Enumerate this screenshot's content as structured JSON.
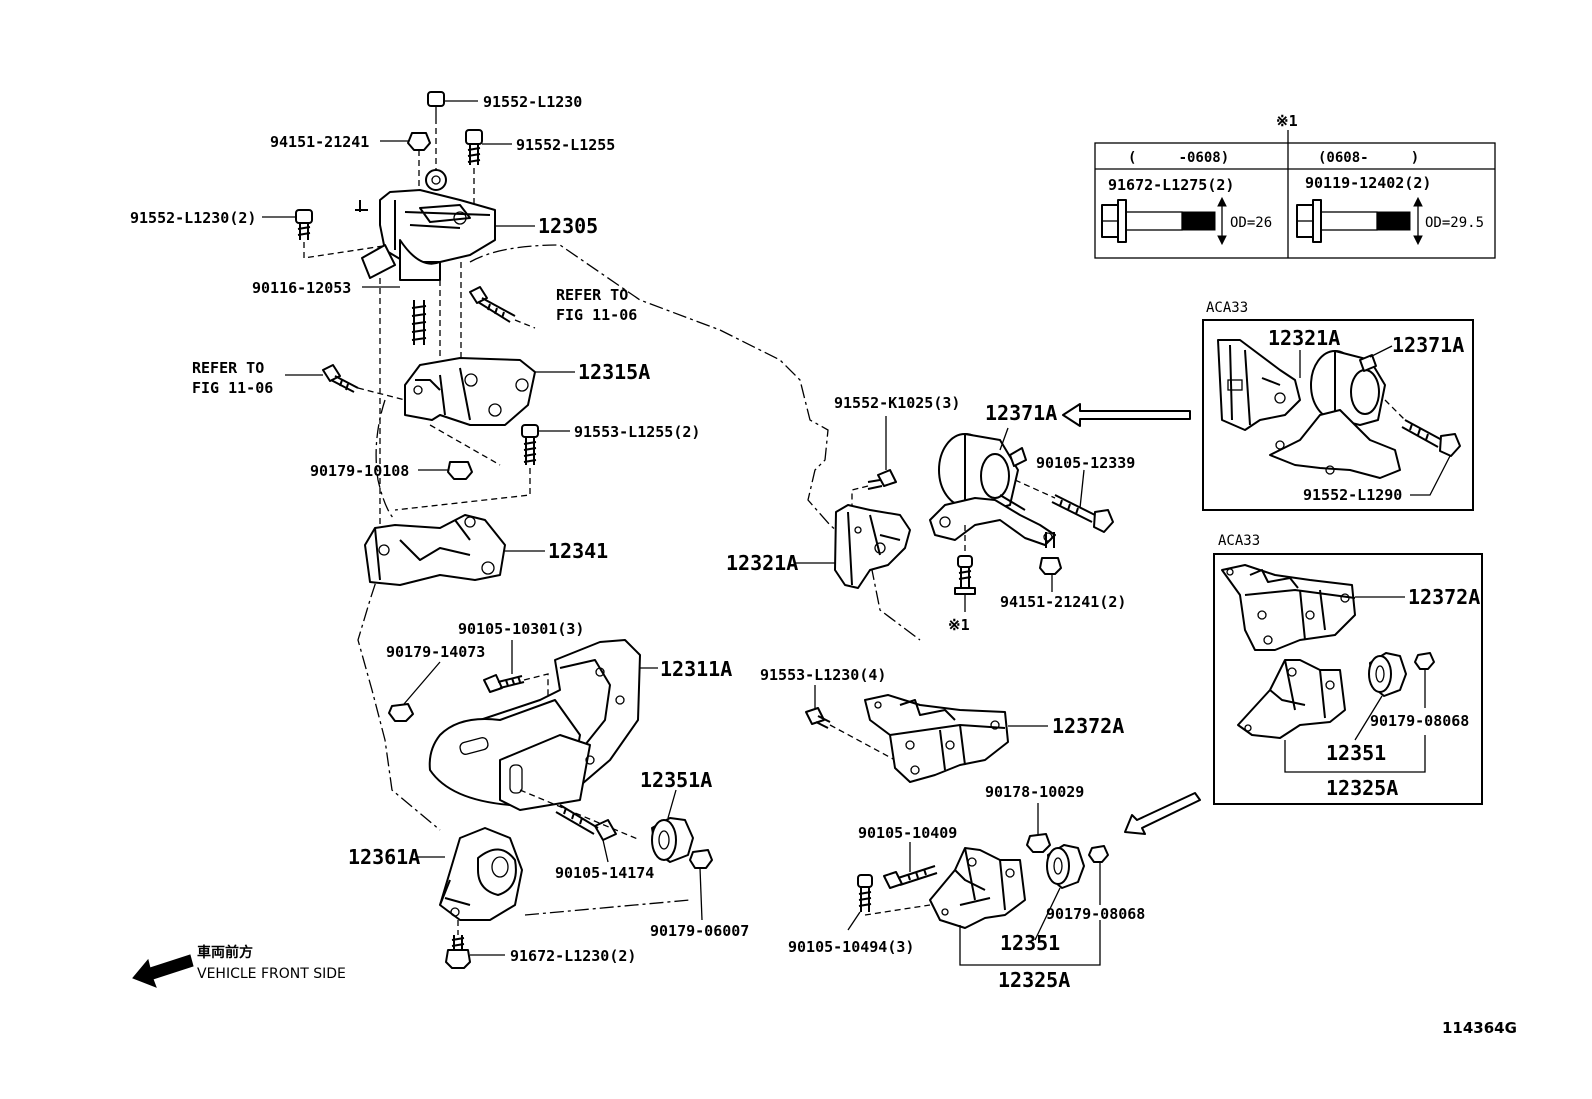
{
  "figure_code": "114364G",
  "front_marker": {
    "japanese": "車両前方",
    "english": "VEHICLE FRONT SIDE"
  },
  "inset_table": {
    "note_mark": "※1",
    "col1": {
      "header": "(     -0608)",
      "part": "91672-L1275(2)",
      "dim": "OD=26"
    },
    "col2": {
      "header": "(0608-     )",
      "part": "90119-12402(2)",
      "dim": "OD=29.5"
    }
  },
  "refer_1": {
    "line1": "REFER TO",
    "line2": "FIG 11-06"
  },
  "refer_2": {
    "line1": "REFER TO",
    "line2": "FIG 11-06"
  },
  "callouts": {
    "p91552_L1230": "91552-L1230",
    "p94151_21241": "94151-21241",
    "p91552_L1255": "91552-L1255",
    "p91552_L1230_2": "91552-L1230(2)",
    "p12305": "12305",
    "p90116_12053": "90116-12053",
    "p12315A": "12315A",
    "p91553_L1255_2": "91553-L1255(2)",
    "p90179_10108": "90179-10108",
    "p12341": "12341",
    "p90105_10301_3": "90105-10301(3)",
    "p90179_14073": "90179-14073",
    "p12311A": "12311A",
    "p12351A": "12351A",
    "p90105_14174": "90105-14174",
    "p12361A": "12361A",
    "p90179_06007": "90179-06007",
    "p91672_L1230_2": "91672-L1230(2)",
    "p91552_K1025_3": "91552-K1025(3)",
    "p12371A": "12371A",
    "p90105_12339": "90105-12339",
    "p12321A": "12321A",
    "p94151_21241_2": "94151-21241(2)",
    "p_note1": "※1",
    "p91553_L1230_4": "91553-L1230(4)",
    "p12372A": "12372A",
    "p90178_10029": "90178-10029",
    "p90105_10409": "90105-10409",
    "p90179_08068": "90179-08068",
    "p90105_10494_3": "90105-10494(3)",
    "p12351": "12351",
    "p12325A": "12325A"
  },
  "aca33_upper": {
    "tag": "ACA33",
    "p12321A": "12321A",
    "p12371A": "12371A",
    "p91552_L1290": "91552-L1290"
  },
  "aca33_lower": {
    "tag": "ACA33",
    "p12372A": "12372A",
    "p12351": "12351",
    "p90179_08068": "90179-08068",
    "p12325A": "12325A"
  }
}
